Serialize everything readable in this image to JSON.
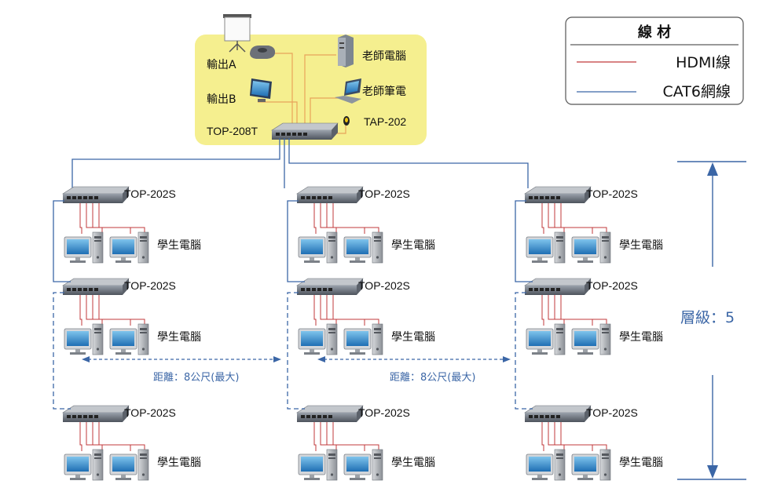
{
  "teacher_zone": {
    "output_a": "輸出A",
    "output_b": "輸出B",
    "teacher_pc": "老師電腦",
    "teacher_laptop": "老師筆電",
    "hub": "TOP-208T",
    "mic": "TAP-202"
  },
  "student_hub": "TOP-202S",
  "student_pc": "學生電腦",
  "distance": "距離：8公尺(最大)",
  "level": "層級：5",
  "legend": {
    "title": "線 材",
    "hdmi": "HDMI線",
    "cat6": "CAT6網線"
  },
  "colors": {
    "hdmi": "#c0393b",
    "cat6": "#3b66a6",
    "zone": "#f5ef8f",
    "zone_wire": "#e8a35a"
  }
}
